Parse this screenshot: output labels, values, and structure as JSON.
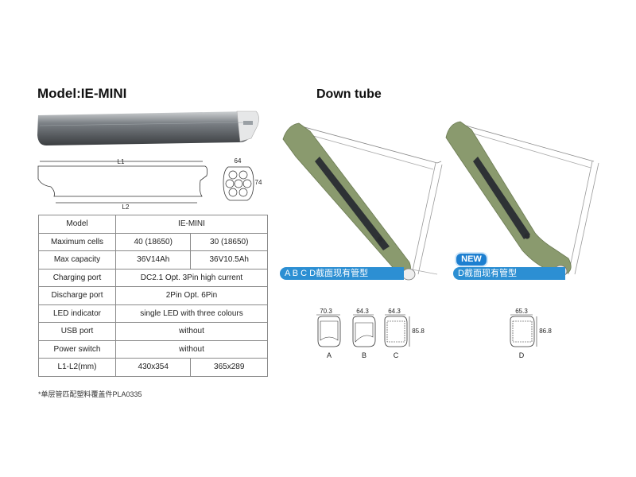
{
  "model_title": "Model:IE-MINI",
  "down_tube_title": "Down tube",
  "battery_diagram": {
    "l1": "L1",
    "l2": "L2",
    "width_dim": "64",
    "height_dim": "74"
  },
  "spec_table": {
    "header": {
      "label": "Model",
      "value": "IE-MINI"
    },
    "rows": [
      {
        "label": "Maximum cells",
        "a": "40 (18650)",
        "b": "30 (18650)"
      },
      {
        "label": "Max capacity",
        "a": "36V14Ah",
        "b": "36V10.5Ah"
      },
      {
        "label": "Charging port",
        "merged": "DC2.1  Opt. 3Pin high current"
      },
      {
        "label": "Discharge port",
        "merged": "2Pin  Opt. 6Pin"
      },
      {
        "label": "LED indicator",
        "merged": "single LED with three colours"
      },
      {
        "label": "USB port",
        "merged": "without"
      },
      {
        "label": "Power switch",
        "merged": "without"
      },
      {
        "label": "L1-L2(mm)",
        "a": "430x354",
        "b": "365x289"
      }
    ]
  },
  "footnote": "*单层管匹配塑料覆盖件PLA0335",
  "frames": {
    "left_badge": "A  B  C  D截面现有管型",
    "right_badge": "D截面现有管型",
    "new_badge": "NEW"
  },
  "cross_sections": [
    {
      "label": "A",
      "width": "70.3",
      "height": ""
    },
    {
      "label": "B",
      "width": "64.3",
      "height": ""
    },
    {
      "label": "C",
      "width": "64.3",
      "height": "85.8"
    },
    {
      "label": "D",
      "width": "65.3",
      "height": "86.8"
    }
  ],
  "colors": {
    "tube_green": "#8a9a6e",
    "badge_blue": "#2c8fd3",
    "battery_gray": "#5b5f63"
  }
}
